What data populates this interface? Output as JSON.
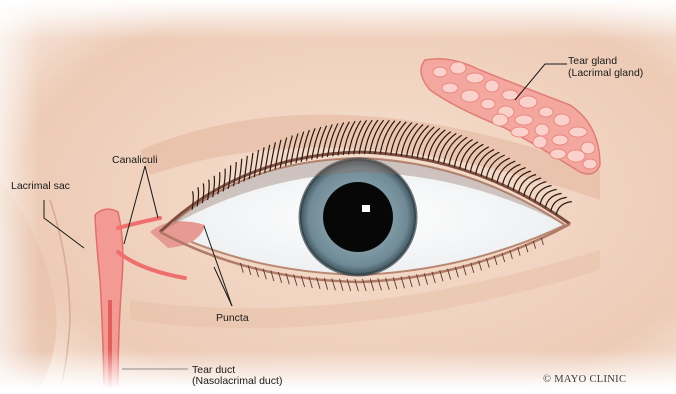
{
  "labels": {
    "tear_gland": "Tear gland",
    "tear_gland_alt": "(Lacrimal gland)",
    "canaliculi": "Canaliculi",
    "lacrimal_sac": "Lacrimal sac",
    "puncta": "Puncta",
    "tear_duct": "Tear duct",
    "tear_duct_alt": "(Nasolacrimal duct)"
  },
  "credit": "© MAYO CLINIC",
  "colors": {
    "skin": "#f2d6c4",
    "skin_shadow": "#d9a98f",
    "gland": "#f4a79e",
    "duct": "#ef6f6f",
    "iris": "#7e9aa6",
    "pupil": "#0a0a0a"
  }
}
